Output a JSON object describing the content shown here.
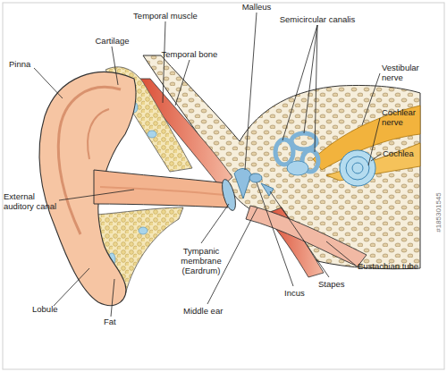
{
  "diagram": {
    "labels": [
      "Temporal muscle",
      "Malleus",
      "Semicircular canalis",
      "Cartilage",
      "Temporal bone",
      "Vestibular nerve",
      "Pinna",
      "Cochlear nerve",
      "Cochlea",
      "External auditory canal",
      "Tympanic membrane (Eardrum)",
      "Eustachian tube",
      "Lobule",
      "Fat",
      "Middle ear",
      "Incus",
      "Stapes",
      "#185301545"
    ]
  }
}
